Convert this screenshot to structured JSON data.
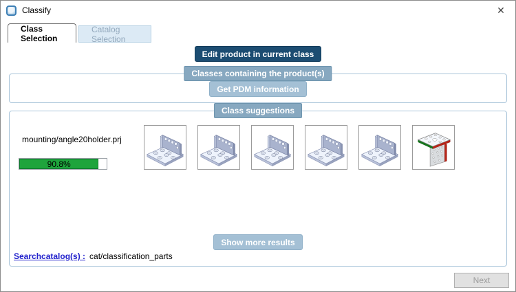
{
  "window": {
    "title": "Classify",
    "close_glyph": "✕"
  },
  "tabs": [
    {
      "label": "Class Selection",
      "active": true
    },
    {
      "label": "Catalog Selection",
      "active": false
    }
  ],
  "actions": {
    "edit_product": "Edit product in current class",
    "get_pdm": "Get PDM information",
    "show_more": "Show more results",
    "next": "Next"
  },
  "sections": {
    "classes_containing": "Classes containing the product(s)",
    "class_suggestions": "Class suggestions"
  },
  "suggestion": {
    "name": "mounting/angle20holder.prj",
    "confidence_label": "90.8%",
    "confidence_percent": 90.8,
    "progress_color": "#1ea43c"
  },
  "thumbnails": [
    {
      "name": "angle-bracket-thumbnail-1",
      "variant": "standard"
    },
    {
      "name": "angle-bracket-thumbnail-2",
      "variant": "standard"
    },
    {
      "name": "angle-bracket-thumbnail-3",
      "variant": "standard"
    },
    {
      "name": "angle-bracket-thumbnail-4",
      "variant": "standard"
    },
    {
      "name": "angle-bracket-thumbnail-5",
      "variant": "standard"
    },
    {
      "name": "angle-bracket-thumbnail-6-highlighted",
      "variant": "highlighted"
    }
  ],
  "search": {
    "link_label": "Searchcatalog(s) :",
    "value": "cat/classification_parts"
  }
}
